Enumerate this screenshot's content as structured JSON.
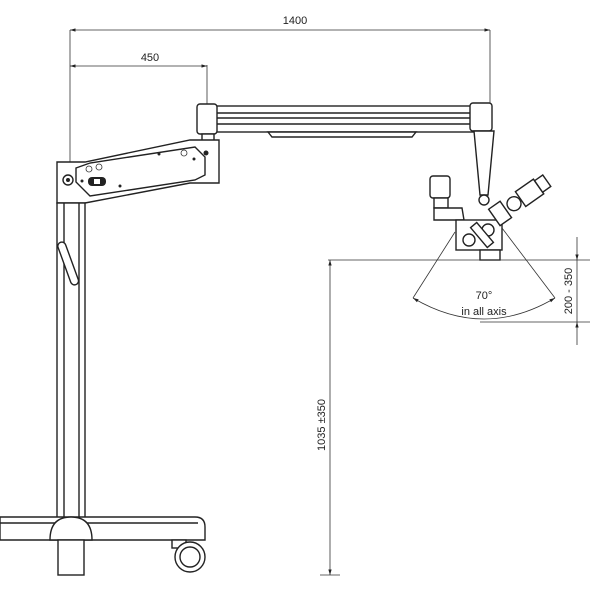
{
  "dimensions": {
    "total_reach": "1400",
    "arm_offset": "450",
    "height": "1035 ±350",
    "working_distance": "200 - 350",
    "tilt_angle": "70°",
    "tilt_note": "in all axis"
  }
}
